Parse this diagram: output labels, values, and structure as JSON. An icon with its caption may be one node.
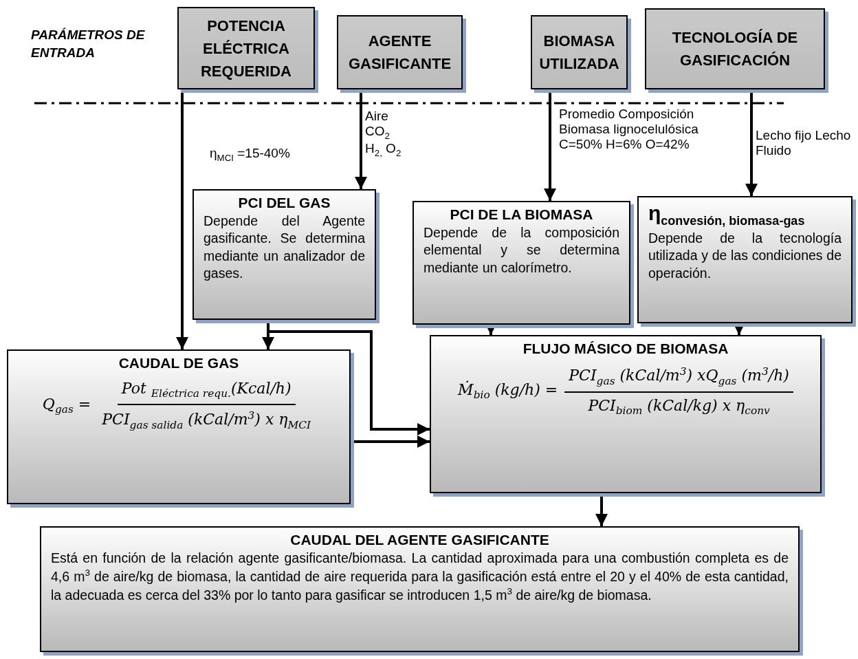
{
  "diagram": {
    "nodes": [
      {
        "text": [
          "POTENCIA ELÉCTRICA REQUERIDA"
        ]
      },
      {
        "text": [
          "AGENTE GASIFICANTE"
        ]
      },
      {
        "text": [
          "BIOMASA UTILIZADA"
        ]
      },
      {
        "text": [
          "TECNOLOGÍA DE GASIFICACIÓN"
        ]
      },
      {
        "text": [
          "PCI DEL GAS",
          "Depende del Agente gasificante. Se determina mediante un analizador de gases."
        ]
      },
      {
        "text": [
          "PCI DE LA BIOMASA",
          "Depende de la composición elemental y se determina mediante un calorímetro."
        ]
      },
      {
        "text": [
          "η$_{convesión, biomasa-gas}$",
          "Depende de la tecnología utilizada y de las condiciones de operación."
        ]
      },
      {
        "text": [
          "CAUDAL DE GAS",
          "Q$_{gas}$ =",
          "Pot $_{Eléctrica requ.}$(Kcal/h)",
          "PCI$_{gas salida}$ (kCal/m$^{3}$) x η$_{MCI}$"
        ]
      },
      {
        "text": [
          "FLUJO MÁSICO DE BIOMASA",
          "Ṁ$_{bio}$ (kg/h) =",
          "PCI$_{gas}$ (kCal/m$^{3}$) xQ$_{gas}$ (m$^{3}$/h)",
          "PCI$_{biom}$ (kCal/kg) x η$_{conv}$"
        ]
      },
      {
        "text": [
          "CAUDAL DEL AGENTE GASIFICANTE",
          "Está en función de la relación agente gasificante/biomasa. La cantidad aproximada para una combustión completa es de 4,6 m$^{3}$ de aire/kg de biomasa, la cantidad de aire requerida para la gasificación está entre el 20 y el 40% de esta cantidad, la adecuada es cerca del 33% por lo tanto para gasificar se introducen 1,5 m$^{3}$ de aire/kg de biomasa."
        ]
      }
    ],
    "edges": [
      {
        "from": 0,
        "to": 7,
        "arrow": "to",
        "label": "η$_{MCI}$ =15-40%"
      },
      {
        "from": 1,
        "to": 4,
        "arrow": "to",
        "label": "Aire CO$_{2}$ H$_{2,}$ O$_{2}$"
      },
      {
        "from": 2,
        "to": 5,
        "arrow": "to",
        "label": "Promedio Composición Biomasa lignocelulósica C=50% H=6% O=42%"
      },
      {
        "from": 3,
        "to": 6,
        "arrow": "to",
        "label": "Lecho fijo Lecho Fluido"
      },
      {
        "from": 4,
        "to": 7,
        "arrow": "to"
      },
      {
        "from": 4,
        "to": 8,
        "arrow": "to"
      },
      {
        "from": 7,
        "to": 8,
        "arrow": "to"
      },
      {
        "from": 5,
        "to": 8,
        "arrow": "to"
      },
      {
        "from": 6,
        "to": 8,
        "arrow": "to"
      },
      {
        "from": 8,
        "to": 9,
        "arrow": "to"
      }
    ],
    "labels": [
      "PARÁMETROS DE ENTRADA"
    ]
  }
}
